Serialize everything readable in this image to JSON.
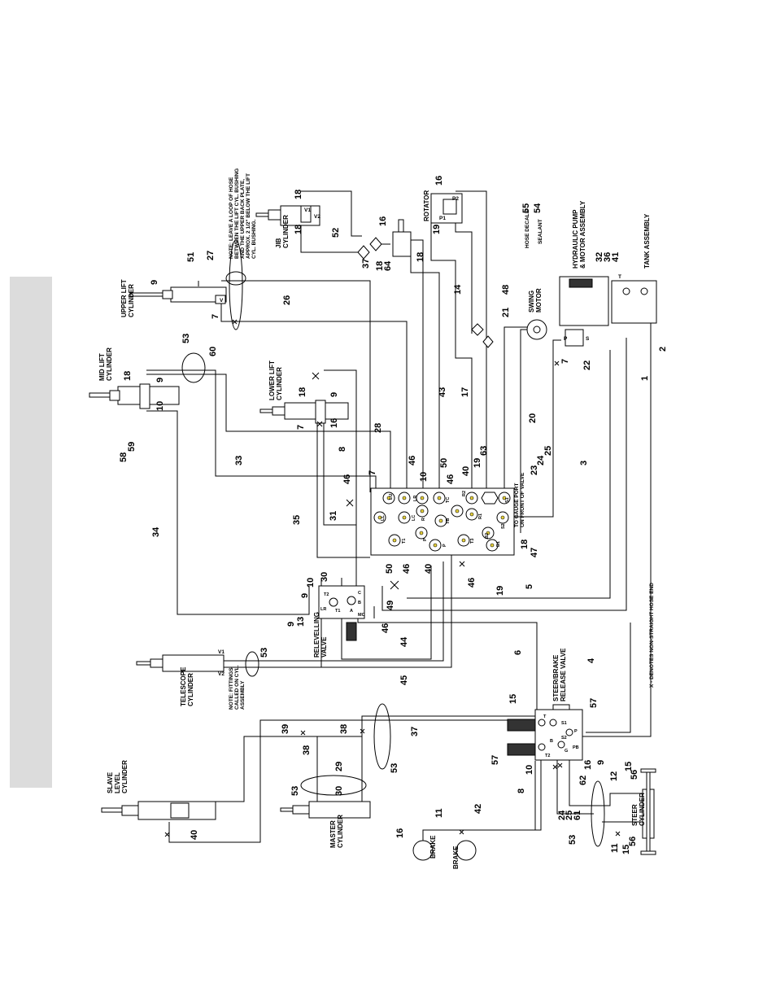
{
  "notes": {
    "hose_end": "X - DENOTES NON-STRAIGHT HOSE END",
    "loop_1": "NOTE: LEAVE A LOOP OF HOSE",
    "loop_2": "BETWEEN THE LIFT CYL. BUSHING",
    "loop_3": "AND THE UPPER BACK PLATE,",
    "loop_4": "APPROX. 2 1/2\" BELOW THE LIFT",
    "loop_5": "CYL. BUSHING.",
    "fittings_1": "NOTE: FITTINGS",
    "fittings_2": "CALLED ON CYL.",
    "fittings_3": "ASSEMBLY",
    "gauge_1": "TO GAUGE PORT",
    "gauge_2": "ON FRONT OF VALVE",
    "hose_decals": "HOSE DECALS",
    "sealant": "SEALANT"
  },
  "components": {
    "upper_lift": [
      "UPPER LIFT",
      "CYLINDER"
    ],
    "mid_lift": [
      "MID LIFT",
      "CYLINDER"
    ],
    "lower_lift": [
      "LOWER LIFT",
      "CYLINDER"
    ],
    "jib": [
      "JIB",
      "CYLINDER"
    ],
    "rotator": "ROTATOR",
    "swing_motor": [
      "SWING",
      "MOTOR"
    ],
    "pump": [
      "HYDRAULIC PUMP",
      "& MOTOR ASSEMBLY"
    ],
    "tank": "TANK ASSEMBLY",
    "relevelling": [
      "RELEVELLING",
      "VALVE"
    ],
    "telescope": [
      "TELESCOPE",
      "CYLINDER"
    ],
    "slave": [
      "SLAVE",
      "LEVEL",
      "CYLINDER"
    ],
    "master": [
      "MASTER",
      "CYLINDER"
    ],
    "steer_brake": [
      "STEER/BRAKE",
      "RELEASE VALVE"
    ],
    "steer": [
      "STEER",
      "CYLINDER"
    ],
    "brake_a": "BRAKE",
    "brake_b": "BRAKE"
  },
  "callouts": {
    "c51": "51",
    "c27": "27",
    "c9a": "9",
    "c7a": "7",
    "c26": "26",
    "c53a": "53",
    "c60": "60",
    "c18a": "18",
    "c9b": "9",
    "c10a": "10",
    "c58": "58",
    "c59": "59",
    "c18b": "18",
    "c9c": "9",
    "c7b": "7",
    "c16a": "16",
    "c8a": "8",
    "c28": "28",
    "c18c": "18",
    "c18d": "18",
    "c52": "52",
    "c16b": "16",
    "c37a": "37",
    "c18e": "18",
    "c64": "64",
    "c18f": "18",
    "c16c": "16",
    "c19a": "19",
    "c55": "55",
    "c54": "54",
    "c32": "32",
    "c36": "36",
    "c41": "41",
    "c14": "14",
    "c48": "48",
    "c21": "21",
    "c7c": "7",
    "c22": "22",
    "c2": "2",
    "c1": "1",
    "c43": "43",
    "c17": "17",
    "c20": "20",
    "c3": "3",
    "c23": "23",
    "c24a": "24",
    "c25a": "25",
    "c33": "33",
    "c34": "34",
    "c35": "35",
    "c31": "31",
    "c46a": "46",
    "c7d": "7",
    "c46b": "46",
    "c10b": "10",
    "c50a": "50",
    "c46c": "46",
    "c40a": "40",
    "c19b": "19",
    "c63": "63",
    "c18g": "18",
    "c47": "47",
    "c50b": "50",
    "c46d": "46",
    "c40b": "40",
    "c46e": "46",
    "c19c": "19",
    "c49": "49",
    "c5": "5",
    "c10c": "10",
    "c30a": "30",
    "c9d": "9",
    "c9e": "9",
    "c13": "13",
    "c46f": "46",
    "c44": "44",
    "c45": "45",
    "c53b": "53",
    "c6": "6",
    "c4": "4",
    "c39": "39",
    "c38a": "38",
    "c38b": "38",
    "c37b": "37",
    "c29": "29",
    "c53c": "53",
    "c53d": "53",
    "c30b": "30",
    "c40c": "40",
    "c15a": "15",
    "c57a": "57",
    "c57b": "57",
    "c10d": "10",
    "c16d": "16",
    "c9f": "9",
    "c15b": "15",
    "c56a": "56",
    "c12": "12",
    "c62": "62",
    "c24b": "24",
    "c25b": "25",
    "c61": "61",
    "c8b": "8",
    "c11a": "11",
    "c42": "42",
    "c16e": "16",
    "c53e": "53",
    "c11b": "11",
    "c15c": "15",
    "c56b": "56"
  },
  "ports": {
    "LU": "LU",
    "LL": "LL",
    "LR": "LR",
    "LC": "LC",
    "TC": "TC",
    "R": "R",
    "P1": "P",
    "TB": "TB",
    "R2": "R2",
    "R1": "R1",
    "S1": "S1",
    "S2": "S2",
    "T1": "T1",
    "T3": "T3",
    "B2": "B2",
    "B1": "B1",
    "P2": "P",
    "V1a": "V1",
    "V2a": "V2",
    "V1b": "V1",
    "V2b": "V2",
    "P_rot": "P1",
    "P2_rot": "P2",
    "T2": "T2",
    "T1v": "T1",
    "A": "A",
    "B": "B",
    "C": "C",
    "LRv": "LR",
    "MC": "MC",
    "S1s": "S1",
    "S2s": "S2",
    "T": "T",
    "P": "P",
    "PB": "PB",
    "B_s": "B",
    "G": "G",
    "T2s": "T2",
    "V": "V",
    "V_up": "V",
    "P_pump": "P",
    "S_pump": "S",
    "T_tank": "T"
  },
  "colors": {
    "fitting": "#e8d23a",
    "sidebar": "#dcdcdc"
  }
}
